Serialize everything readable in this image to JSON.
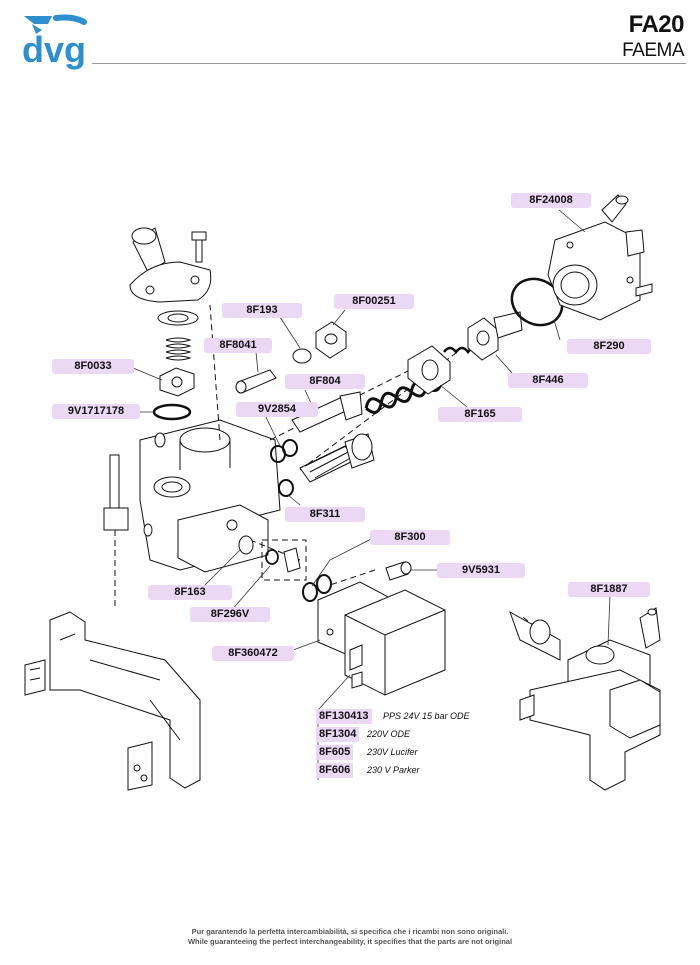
{
  "header": {
    "logo_text": "dvg",
    "model": "FA20",
    "brand": "FAEMA"
  },
  "colors": {
    "label_bg": "#ebd8f5",
    "logo_blue": "#2e8fd0"
  },
  "labels": {
    "p8F24008": "8F24008",
    "p8F193": "8F193",
    "p8F00251": "8F00251",
    "p8F290": "8F290",
    "p8F8041": "8F8041",
    "p8F0033": "8F0033",
    "p8F804": "8F804",
    "p8F446": "8F446",
    "p9V1717178": "9V1717178",
    "p9V2854": "9V2854",
    "p8F165": "8F165",
    "p8F311": "8F311",
    "p8F300": "8F300",
    "p9V5931": "9V5931",
    "p8F1887": "8F1887",
    "p8F163": "8F163",
    "p8F296V": "8F296V",
    "p8F360472": "8F360472"
  },
  "coils": [
    {
      "code": "8F130413",
      "desc": "PPS 24V 15 bar ODE"
    },
    {
      "code": "8F1304",
      "desc": "220V ODE"
    },
    {
      "code": "8F605",
      "desc": "230V Lucifer"
    },
    {
      "code": "8F606",
      "desc": "230 V Parker"
    }
  ],
  "footer": {
    "line1": "Pur garantendo la perfetta intercambiabilità, si specifica che i ricambi non sono originali.",
    "line2": "While guaranteeing the perfect interchangeability, it specifies that the parts are not original"
  }
}
